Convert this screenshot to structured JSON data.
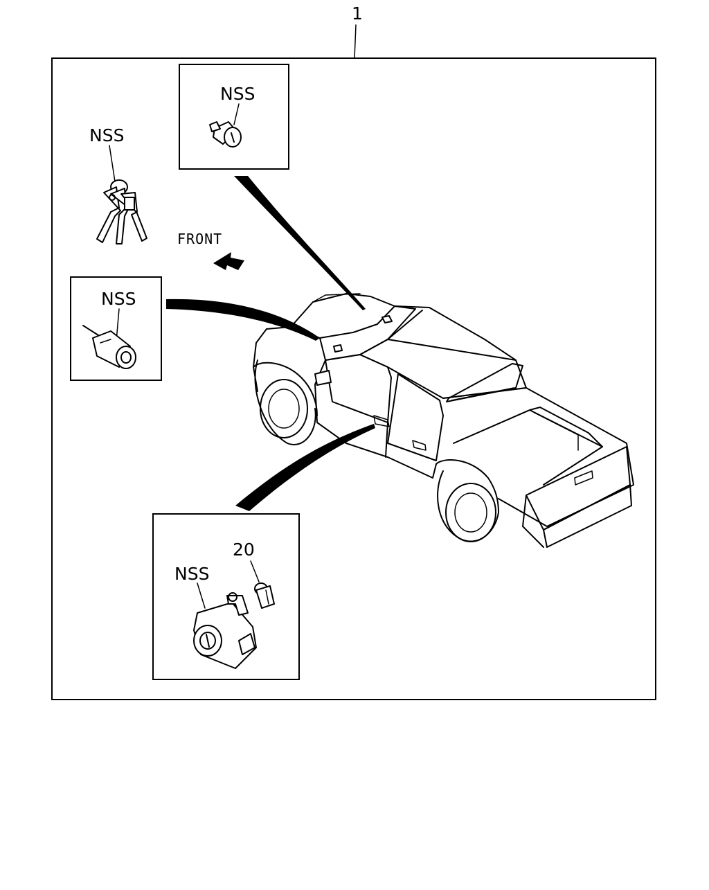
{
  "diagram": {
    "assembly_callout": "1",
    "direction_label": "FRONT",
    "parts": [
      {
        "id": "trunk-lock-cylinder",
        "label": "NSS"
      },
      {
        "id": "key-set",
        "label": "NSS"
      },
      {
        "id": "ignition-lock-cylinder",
        "label": "NSS"
      },
      {
        "id": "door-lock-cylinder",
        "label": "NSS"
      },
      {
        "id": "door-lock-clip",
        "label": "20"
      }
    ],
    "colors": {
      "line": "#000000",
      "background": "#ffffff"
    }
  }
}
